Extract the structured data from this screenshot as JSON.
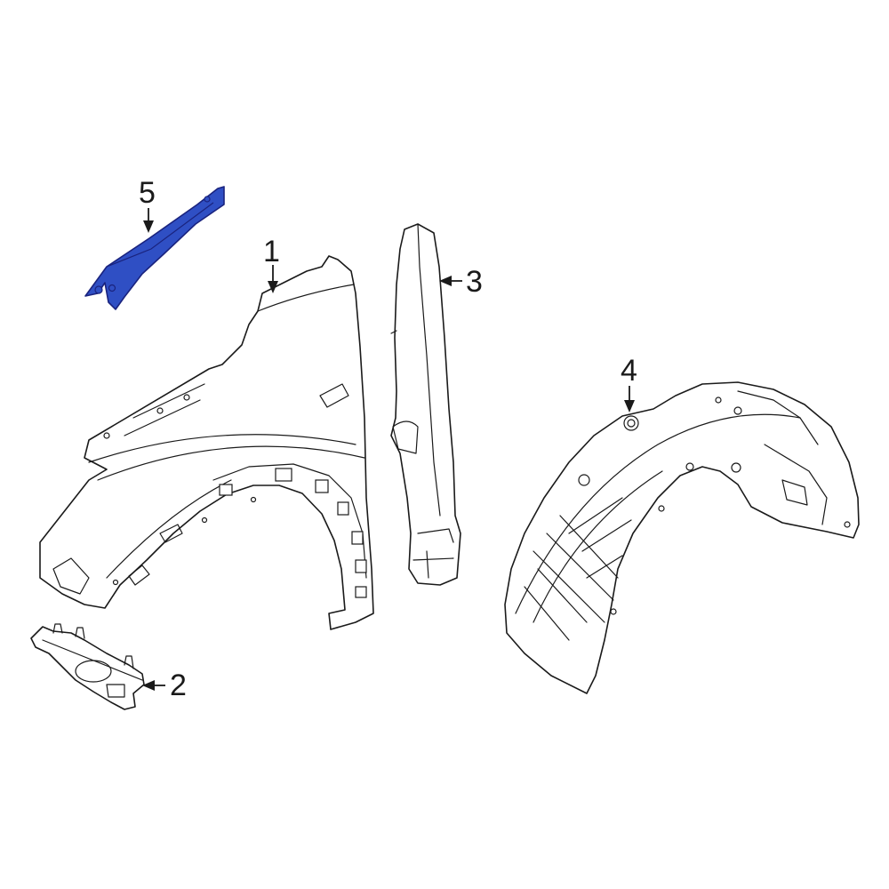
{
  "callouts": [
    {
      "id": "1",
      "label": "1"
    },
    {
      "id": "2",
      "label": "2"
    },
    {
      "id": "3",
      "label": "3"
    },
    {
      "id": "4",
      "label": "4"
    },
    {
      "id": "5",
      "label": "5"
    }
  ],
  "colors": {
    "highlight_fill": "#2f4fc4",
    "highlight_stroke": "#1a237e",
    "line": "#1a1a1a",
    "background": "#ffffff"
  }
}
